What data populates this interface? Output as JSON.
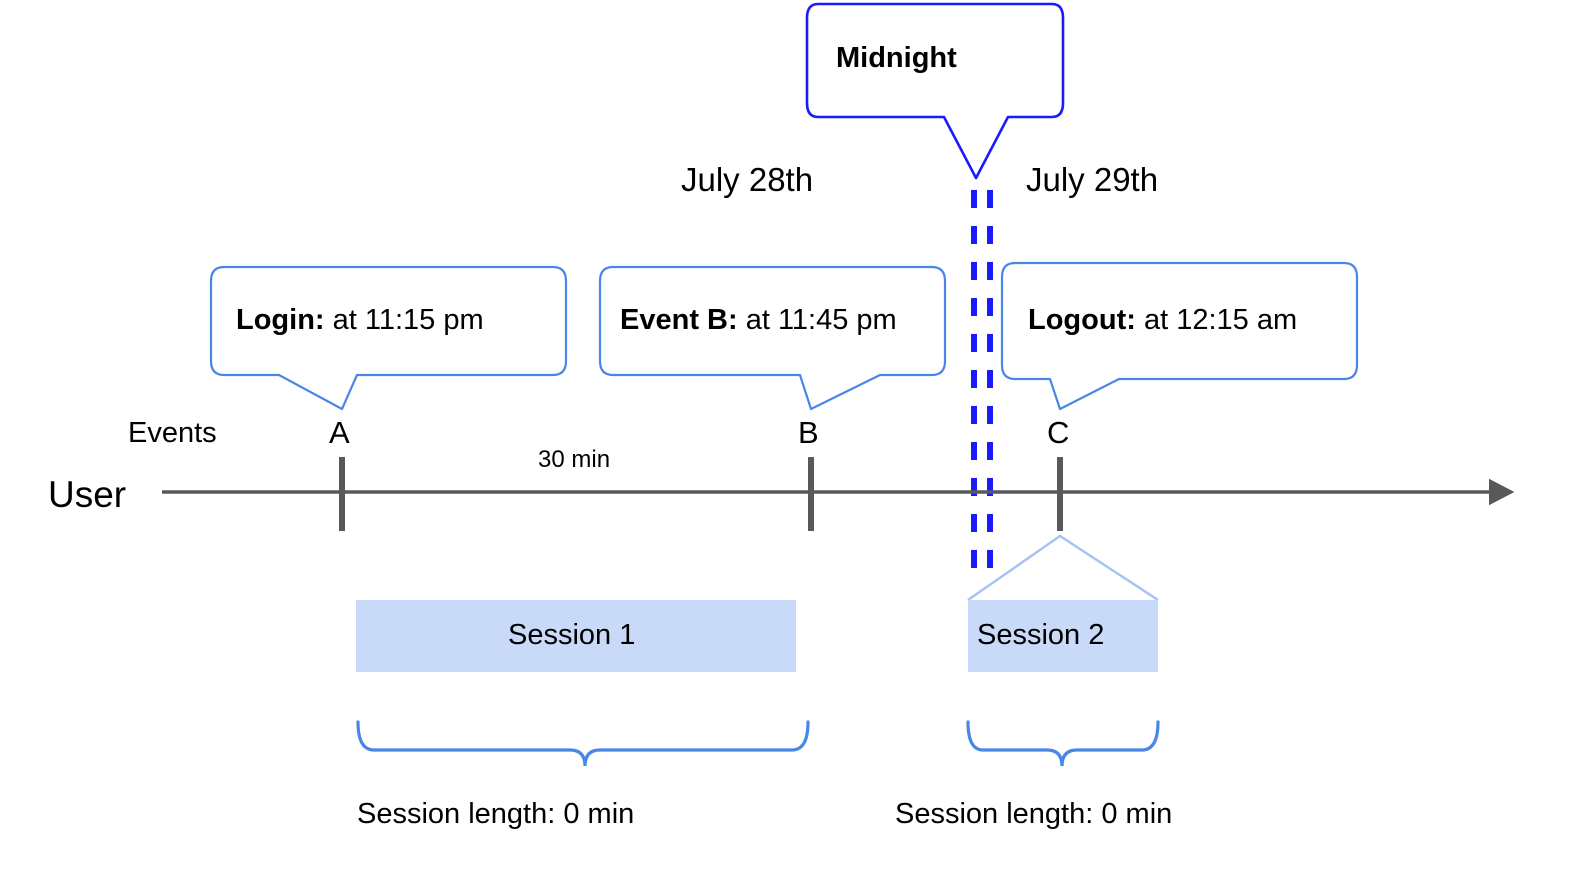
{
  "diagram": {
    "title_callout": {
      "label": "Midnight",
      "border_color": "#1a1aff"
    },
    "dates": [
      {
        "label": "July 28th"
      },
      {
        "label": "July 29th"
      }
    ],
    "callouts": [
      {
        "lead": "Login:",
        "detail": " at 11:15 pm",
        "target": "A"
      },
      {
        "lead": "Event B:",
        "detail": " at 11:45 pm",
        "target": "B"
      },
      {
        "lead": "Logout:",
        "detail": " at 12:15 am",
        "target": "C"
      }
    ],
    "axis": {
      "row_label": "User",
      "events_label": "Events",
      "line_color": "#595959",
      "tick_color": "#595959"
    },
    "events": [
      {
        "letter": "A"
      },
      {
        "letter": "B"
      },
      {
        "letter": "C"
      }
    ],
    "duration_label": "30 min",
    "sessions": [
      {
        "label": "Session 1",
        "length_caption": "Session length: 0 min"
      },
      {
        "label": "Session 2",
        "length_caption": "Session length: 0 min"
      }
    ],
    "colors": {
      "callout_border": "#4a86e8",
      "midnight_border": "#1a1aff",
      "session_fill": "#c9daf8",
      "brace": "#4a86e8",
      "axis": "#595959"
    }
  }
}
